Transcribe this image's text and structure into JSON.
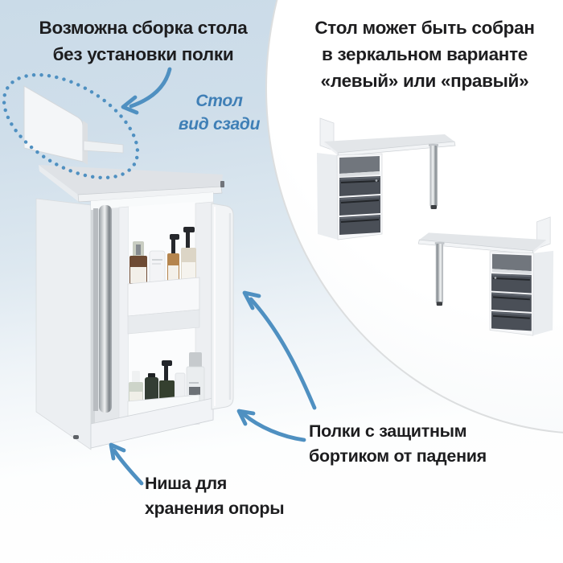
{
  "annotations": {
    "assembly_without_shelf": {
      "lines": [
        "Возможна сборка стола",
        "без установки полки"
      ]
    },
    "table_rear_view": {
      "lines": [
        "Стол",
        "вид сзади"
      ]
    },
    "mirror_assembly": {
      "lines": [
        "Стол может быть собран",
        "в зеркальном варианте",
        "«левый» или «правый»"
      ]
    },
    "shelves_guard": {
      "lines": [
        "Полки с защитным",
        "бортиком от падения"
      ]
    },
    "leg_niche": {
      "lines": [
        "Ниша для",
        "хранения опоры"
      ]
    }
  },
  "icons": {
    "dotted_ellipse": "dotted-ellipse-highlight",
    "arrows": [
      "curved-arrow-to-removable-shelf",
      "curved-arrow-to-upper-shelf",
      "curved-arrow-to-shelf-guard",
      "curved-arrow-to-leg-niche"
    ]
  },
  "illustrations": {
    "cabinet_rear": "table-rear-view-with-storage-shelves",
    "desk_left_variant": "desk-assembled-left-variant",
    "desk_right_variant": "desk-assembled-right-variant"
  },
  "colors": {
    "ink": "#1D1D1F",
    "accent_blue": "#3F7FB6",
    "arrow_blue": "#4F90C1",
    "background_blue": "#CBDCE8",
    "circle_white": "#FDFDFE",
    "cabinet_white": "#F3F5F7",
    "drawer_grey": "#474C53",
    "chrome_grey": "#C9CDD1"
  }
}
